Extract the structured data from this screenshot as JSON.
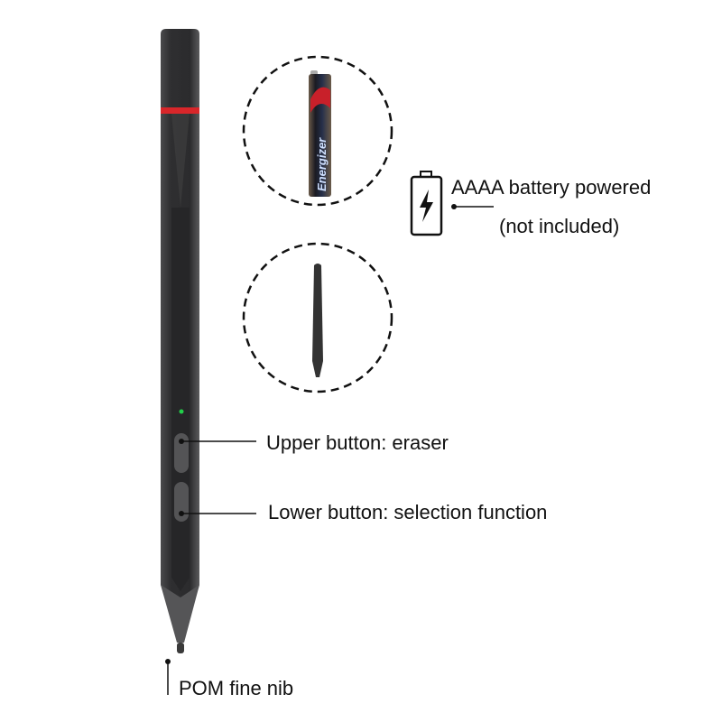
{
  "labels": {
    "battery": "AAAA battery powered",
    "battery_note": "(not included)",
    "upper_button": "Upper button: eraser",
    "lower_button": "Lower button: selection function",
    "nib": "POM fine nib"
  },
  "battery_brand": "Energizer",
  "icons": [
    "battery-charging-icon"
  ],
  "colors": {
    "pen_body": "#3a3a3c",
    "accent_ring": "#d8262a",
    "led": "#22d04a"
  }
}
